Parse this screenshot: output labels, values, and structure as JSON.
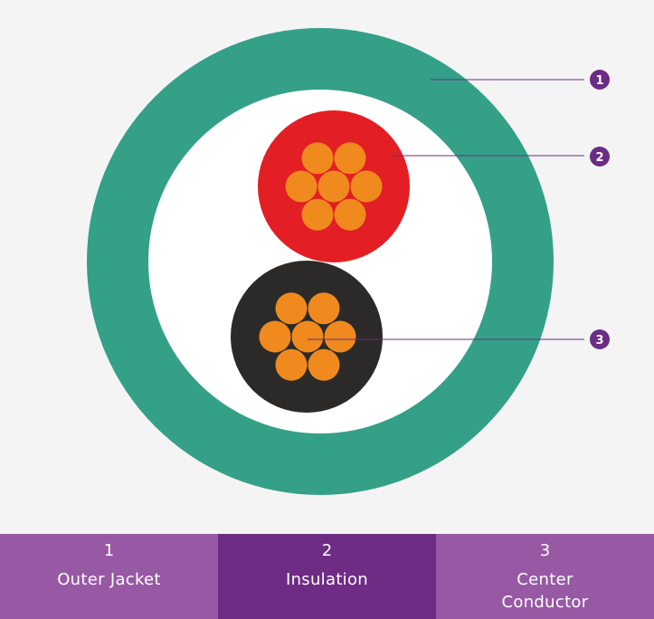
{
  "colors": {
    "background": "#f4f4f4",
    "outer_jacket": "#34a088",
    "filler": "#ffffff",
    "insulation_red": "#e31e24",
    "insulation_black": "#2b2a29",
    "conductor_strand": "#f08a1e",
    "leader_line": "#6b2c84",
    "callout_badge": "#6b2c84",
    "legend_light": "#9759a3",
    "legend_dark": "#6e2c84"
  },
  "callouts": [
    {
      "number": "1",
      "target": "Outer Jacket"
    },
    {
      "number": "2",
      "target": "Insulation"
    },
    {
      "number": "3",
      "target": "Center Conductor"
    }
  ],
  "legend": [
    {
      "number": "1",
      "label": "Outer Jacket",
      "style": "light"
    },
    {
      "number": "2",
      "label": "Insulation",
      "style": "dark"
    },
    {
      "number": "3",
      "label": "Center Conductor",
      "style": "light"
    }
  ],
  "cable": {
    "cores": 2,
    "strands_per_core": 7,
    "core_colors": [
      "red",
      "black"
    ]
  }
}
